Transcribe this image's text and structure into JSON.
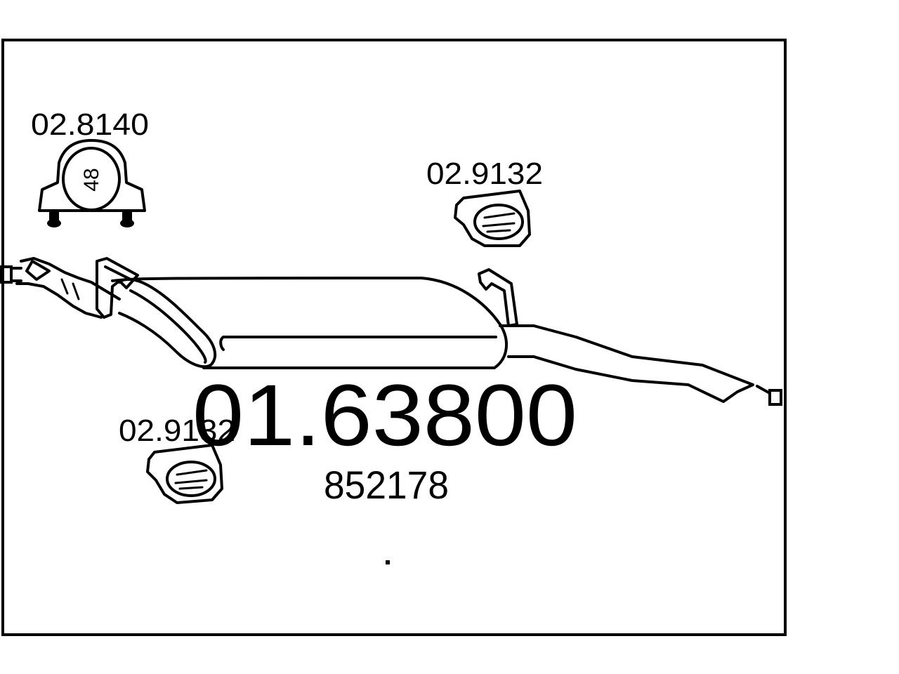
{
  "main_part": {
    "part_number": "01.63800",
    "oe_reference": "852178"
  },
  "accessories": [
    {
      "id": "clamp",
      "part_number": "02.8140",
      "clamp_size": "48",
      "icon": "pipe-clamp-icon"
    },
    {
      "id": "hanger-top",
      "part_number": "02.9132",
      "icon": "rubber-hanger-icon"
    },
    {
      "id": "hanger-bottom",
      "part_number": "02.9132",
      "icon": "rubber-hanger-icon"
    }
  ],
  "colors": {
    "line": "#000000",
    "background": "#ffffff"
  }
}
